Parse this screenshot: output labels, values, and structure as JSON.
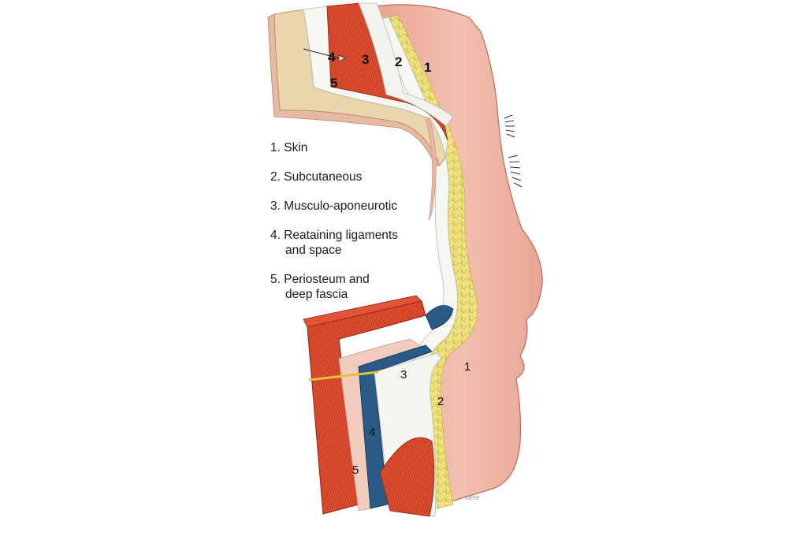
{
  "legend": {
    "items": [
      {
        "lines": [
          "1. Skin"
        ]
      },
      {
        "lines": [
          "2. Subcutaneous"
        ]
      },
      {
        "lines": [
          "3. Musculo-aponeurotic"
        ]
      },
      {
        "lines": [
          "4. Reataining ligaments",
          "and space"
        ]
      },
      {
        "lines": [
          "5. Periosteum and",
          "deep fascia"
        ]
      }
    ]
  },
  "upper_labels": {
    "l1": "1",
    "l2": "2",
    "l3": "3",
    "l4": "4",
    "l5": "5"
  },
  "lower_labels": {
    "l1": "1",
    "l2": "2",
    "l3": "3",
    "l4": "4",
    "l5": "5"
  },
  "copyright": "©EFE",
  "colors": {
    "skin": "#f2b6a6",
    "skin_edge": "#c97b6c",
    "subcutaneous": "#eee07a",
    "muscle": "#d63e26",
    "fascia": "#f4f4f0",
    "bone": "#ead6ad",
    "vessel": "#1f4f7a"
  }
}
